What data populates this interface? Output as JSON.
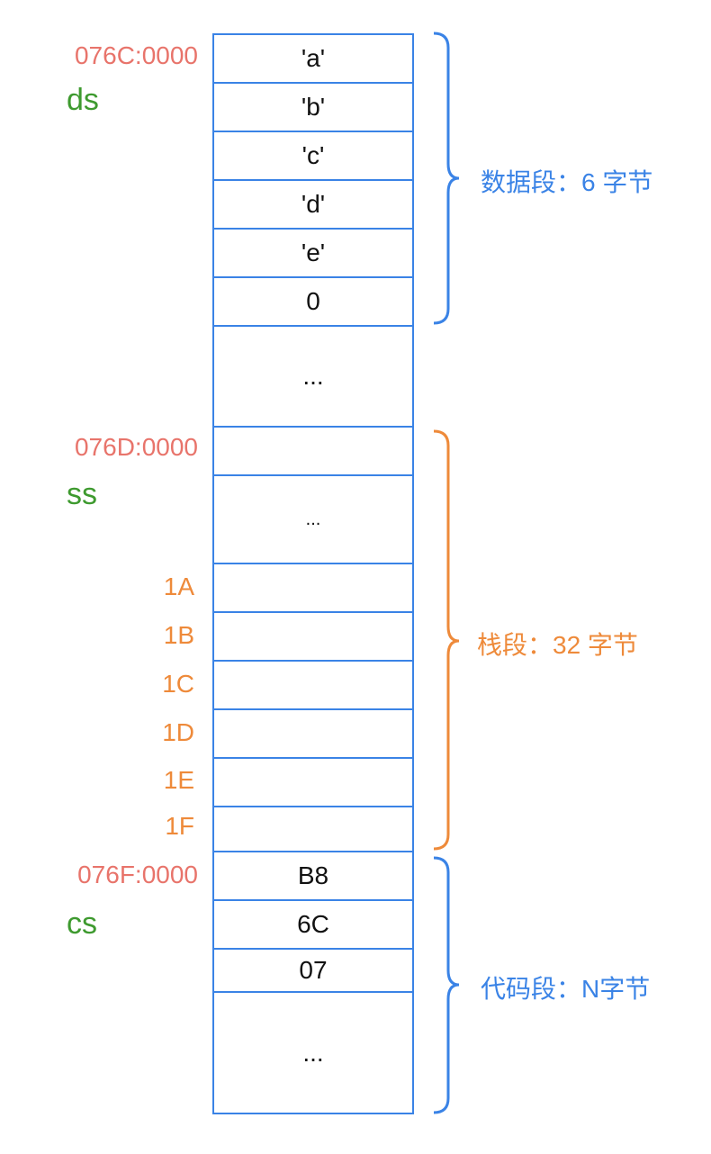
{
  "segments": {
    "data": {
      "address": "076C:0000",
      "register": "ds",
      "cells": [
        "'a'",
        "'b'",
        "'c'",
        "'d'",
        "'e'",
        "0"
      ],
      "gap": "...",
      "label": "数据段：6 字节",
      "color": "#3a83e6"
    },
    "stack": {
      "address": "076D:0000",
      "register": "ss",
      "gap": "...",
      "offsets": [
        "1A",
        "1B",
        "1C",
        "1D",
        "1E",
        "1F"
      ],
      "label": "栈段：32 字节",
      "color": "#ee8a3a"
    },
    "code": {
      "address": "076F:0000",
      "register": "cs",
      "cells": [
        "B8",
        "6C",
        "07"
      ],
      "gap": "...",
      "label": "代码段：N字节",
      "color": "#3a83e6"
    }
  },
  "colors": {
    "address": "#e8746b",
    "register": "#3e9a2f",
    "cell_border": "#3a83e6"
  }
}
